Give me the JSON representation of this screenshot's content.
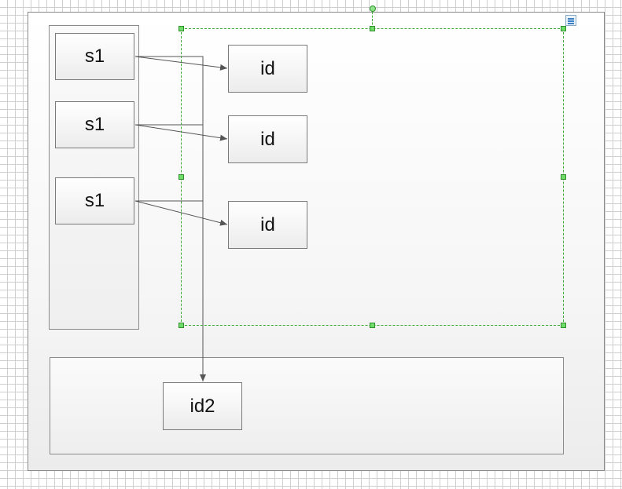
{
  "diagram": {
    "sources": [
      {
        "label": "s1"
      },
      {
        "label": "s1"
      },
      {
        "label": "s1"
      }
    ],
    "targets": [
      {
        "label": "id"
      },
      {
        "label": "id"
      },
      {
        "label": "id"
      }
    ],
    "bottom_target": {
      "label": "id2"
    }
  },
  "colors": {
    "selection": "#3aaa35",
    "edge": "#555555",
    "border": "#8a8a8a"
  }
}
